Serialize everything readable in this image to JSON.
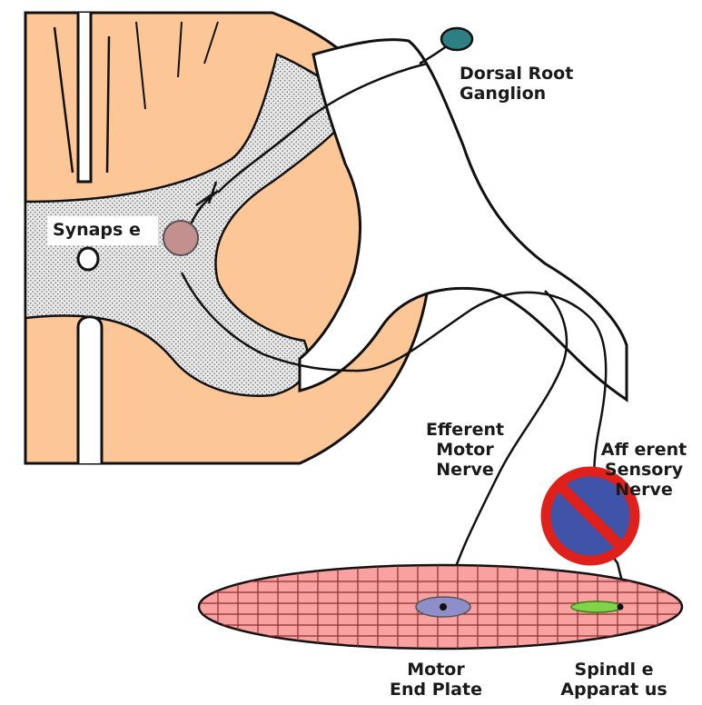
{
  "labels": {
    "dorsal_root_ganglion": [
      "Dorsal Root",
      "Ganglion"
    ],
    "synapse": "Synaps e",
    "efferent_motor_nerve": [
      "Efferent",
      "Motor",
      "Nerve"
    ],
    "afferent_sensory_nerve": [
      "Aff erent",
      "Sensory",
      "Nerve"
    ],
    "motor_end_plate": [
      "Motor",
      "End Plate"
    ],
    "spindle_apparatus": [
      "Spindl e",
      "Apparat us"
    ]
  },
  "colors": {
    "cord_tissue": "#FCC697",
    "gray_matter": "#E6E6E6",
    "ganglion": "#2E7F84",
    "synapse": "#C48F8F",
    "muscle": "#F9A0A0",
    "muscle_grid": "#8A2E2E",
    "end_plate": "#8E8EC9",
    "spindle": "#7FD44A",
    "no_symbol_fill": "#3F53A8",
    "no_symbol_ring": "#E0201B"
  },
  "icons": [
    "no-symbol-icon"
  ]
}
